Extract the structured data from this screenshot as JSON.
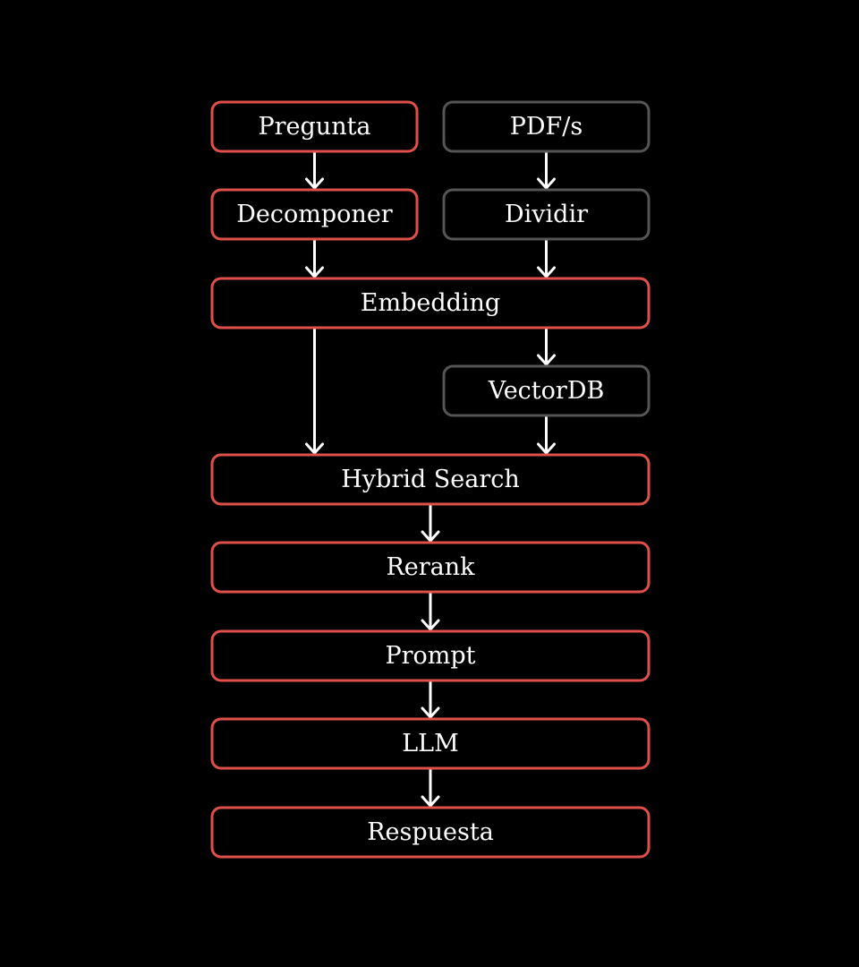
{
  "colors": {
    "background": "#000000",
    "primary_stroke": "#e0504a",
    "secondary_stroke": "#555555",
    "text": "#ffffff",
    "arrow": "#ffffff"
  },
  "nodes": {
    "pregunta": {
      "label": "Pregunta",
      "style": "primary"
    },
    "pdfs": {
      "label": "PDF/s",
      "style": "secondary"
    },
    "decomponer": {
      "label": "Decomponer",
      "style": "primary"
    },
    "dividir": {
      "label": "Dividir",
      "style": "secondary"
    },
    "embedding": {
      "label": "Embedding",
      "style": "primary"
    },
    "vectordb": {
      "label": "VectorDB",
      "style": "secondary"
    },
    "hybrid_search": {
      "label": "Hybrid Search",
      "style": "primary"
    },
    "rerank": {
      "label": "Rerank",
      "style": "primary"
    },
    "prompt": {
      "label": "Prompt",
      "style": "primary"
    },
    "llm": {
      "label": "LLM",
      "style": "primary"
    },
    "respuesta": {
      "label": "Respuesta",
      "style": "primary"
    }
  },
  "edges": [
    {
      "from": "pregunta",
      "to": "decomponer"
    },
    {
      "from": "pdfs",
      "to": "dividir"
    },
    {
      "from": "decomponer",
      "to": "embedding"
    },
    {
      "from": "dividir",
      "to": "embedding"
    },
    {
      "from": "embedding",
      "to": "vectordb"
    },
    {
      "from": "embedding",
      "to": "hybrid_search"
    },
    {
      "from": "vectordb",
      "to": "hybrid_search"
    },
    {
      "from": "hybrid_search",
      "to": "rerank"
    },
    {
      "from": "rerank",
      "to": "prompt"
    },
    {
      "from": "prompt",
      "to": "llm"
    },
    {
      "from": "llm",
      "to": "respuesta"
    }
  ]
}
